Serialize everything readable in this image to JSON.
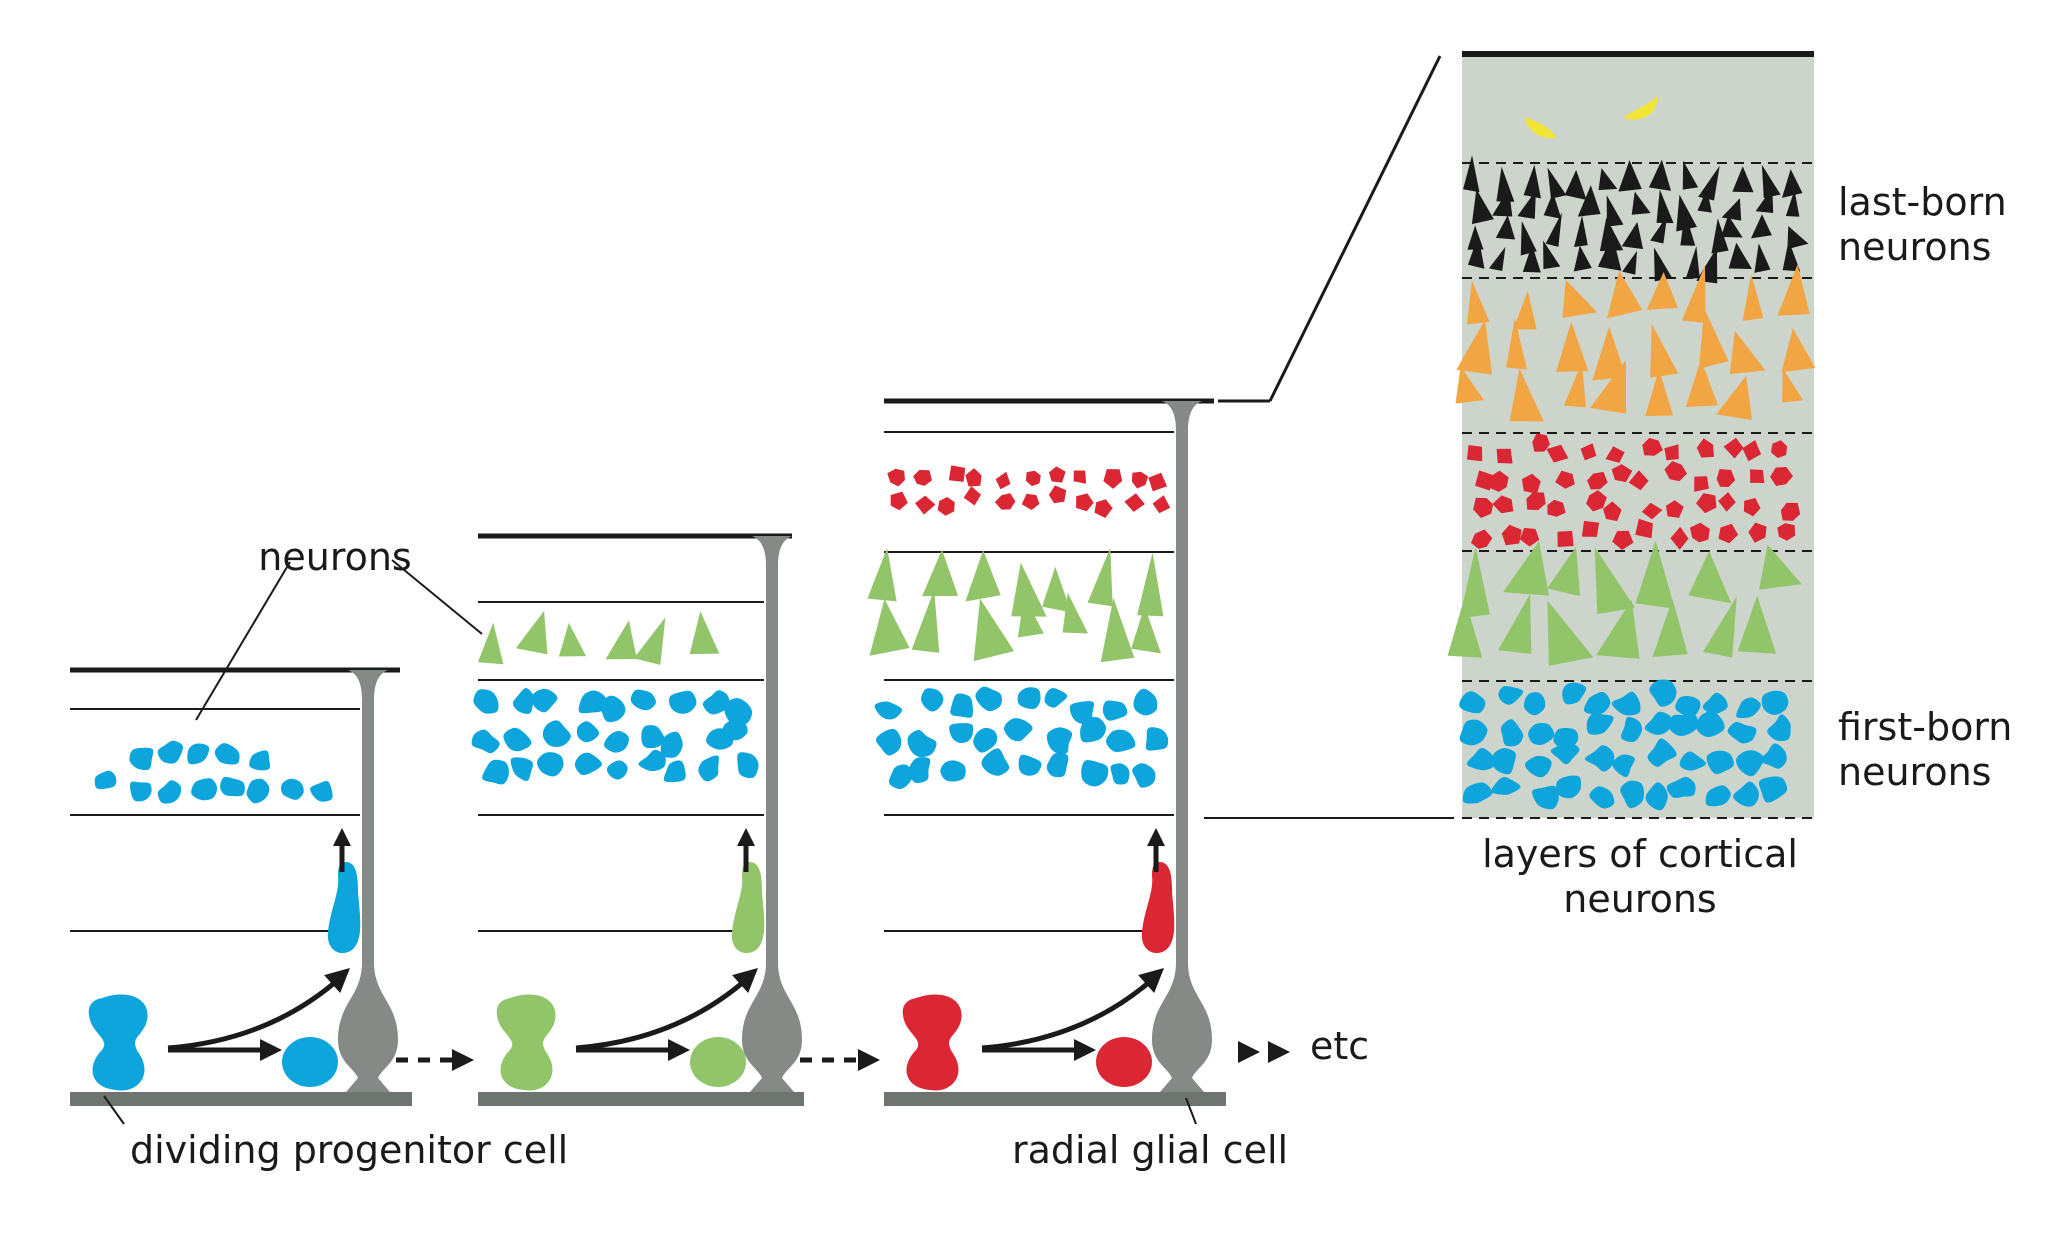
{
  "labels": {
    "neurons": "neurons",
    "dividing_progenitor": "dividing progenitor cell",
    "radial_glial": "radial glial cell",
    "etc": "etc",
    "last_born_line1": "last-born",
    "last_born_line2": "neurons",
    "first_born_line1": "first-born",
    "first_born_line2": "neurons",
    "layers_line1": "layers of cortical",
    "layers_line2": "neurons"
  },
  "colors": {
    "blue": "#0ea5dd",
    "green": "#92c569",
    "red": "#db2733",
    "orange": "#f2a543",
    "black": "#1a1a1a",
    "yellow": "#f3e535",
    "glia": "#858a86",
    "panel_bg": "#cdd4cc",
    "line": "#1a1a1a"
  },
  "stages": [
    {
      "progenitor_color": "blue"
    },
    {
      "progenitor_color": "green"
    },
    {
      "progenitor_color": "red"
    }
  ],
  "cortex_layers_top_to_bottom": [
    "yellow",
    "black",
    "orange",
    "red",
    "green",
    "blue"
  ]
}
